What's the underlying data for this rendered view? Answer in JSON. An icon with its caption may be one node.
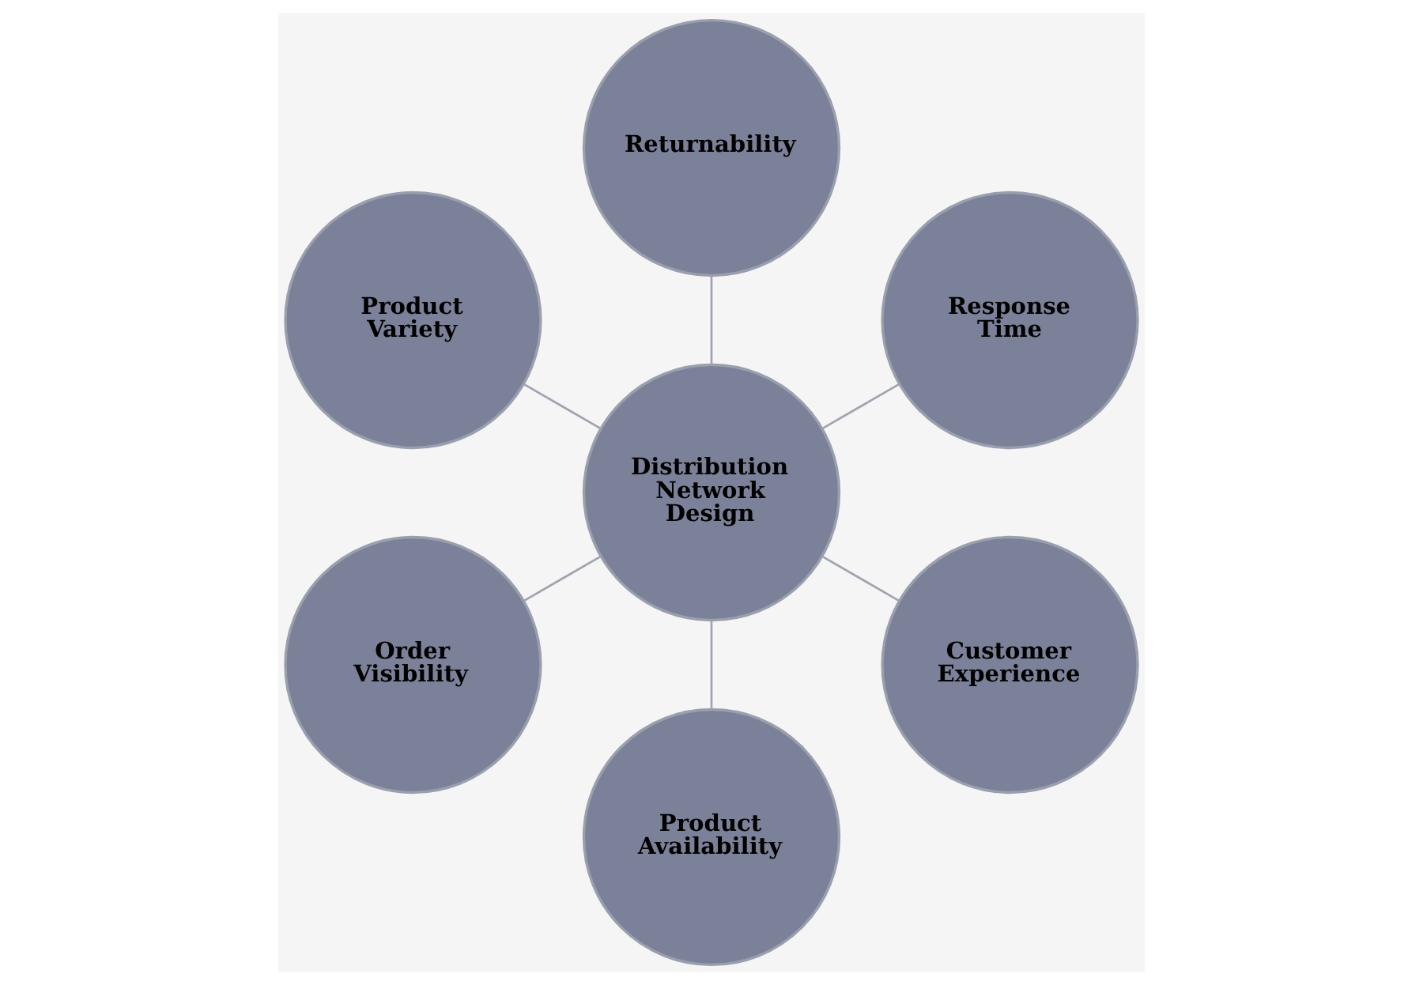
{
  "diagram": {
    "nodes": [
      {
        "text": [
          "Response Time"
        ]
      },
      {
        "text": [
          "Returnability"
        ]
      },
      {
        "text": [
          "Product Variety"
        ]
      },
      {
        "text": [
          "Distribution Network Design"
        ]
      },
      {
        "text": [
          "Order Visibility"
        ]
      },
      {
        "text": [
          "Product Availability"
        ]
      },
      {
        "text": [
          "Customer Experience"
        ]
      }
    ],
    "edges": [
      {
        "from": 3,
        "to": 0,
        "arrow": "none"
      },
      {
        "from": 3,
        "to": 2,
        "arrow": "none"
      },
      {
        "from": 3,
        "to": 5,
        "arrow": "none"
      },
      {
        "from": 3,
        "to": 6,
        "arrow": "none"
      },
      {
        "from": 3,
        "to": 4,
        "arrow": "none"
      },
      {
        "from": 3,
        "to": 1,
        "arrow": "none"
      }
    ]
  }
}
